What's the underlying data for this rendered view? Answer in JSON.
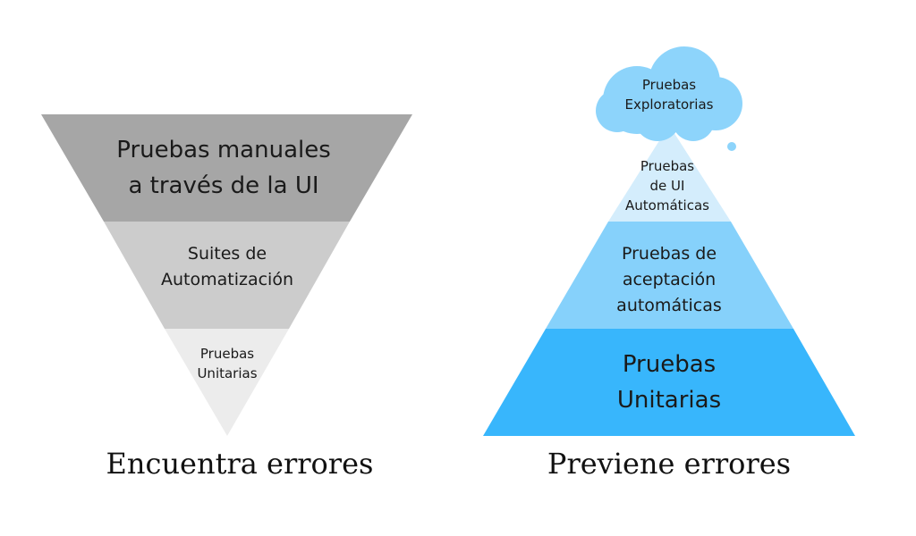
{
  "left_pyramid": {
    "top_layer": "Pruebas manuales\na través de la UI",
    "middle_layer": "Suites de\nAutomatización",
    "bottom_layer": "Pruebas\nUnitarias",
    "caption": "Encuentra errores",
    "colors": {
      "top": "#a6a6a6",
      "middle": "#cccccc",
      "bottom": "#ececec"
    }
  },
  "right_pyramid": {
    "cloud_label": "Pruebas\nExploratorias",
    "top_layer": "Pruebas\nde UI\nAutomáticas",
    "middle_layer": "Pruebas de\naceptación\nautomáticas",
    "bottom_layer": "Pruebas\nUnitarias",
    "caption": "Previene errores",
    "colors": {
      "cloud": "#8dd4fb",
      "top": "#d4edfc",
      "middle": "#86d1fb",
      "bottom": "#38b6fc"
    }
  }
}
